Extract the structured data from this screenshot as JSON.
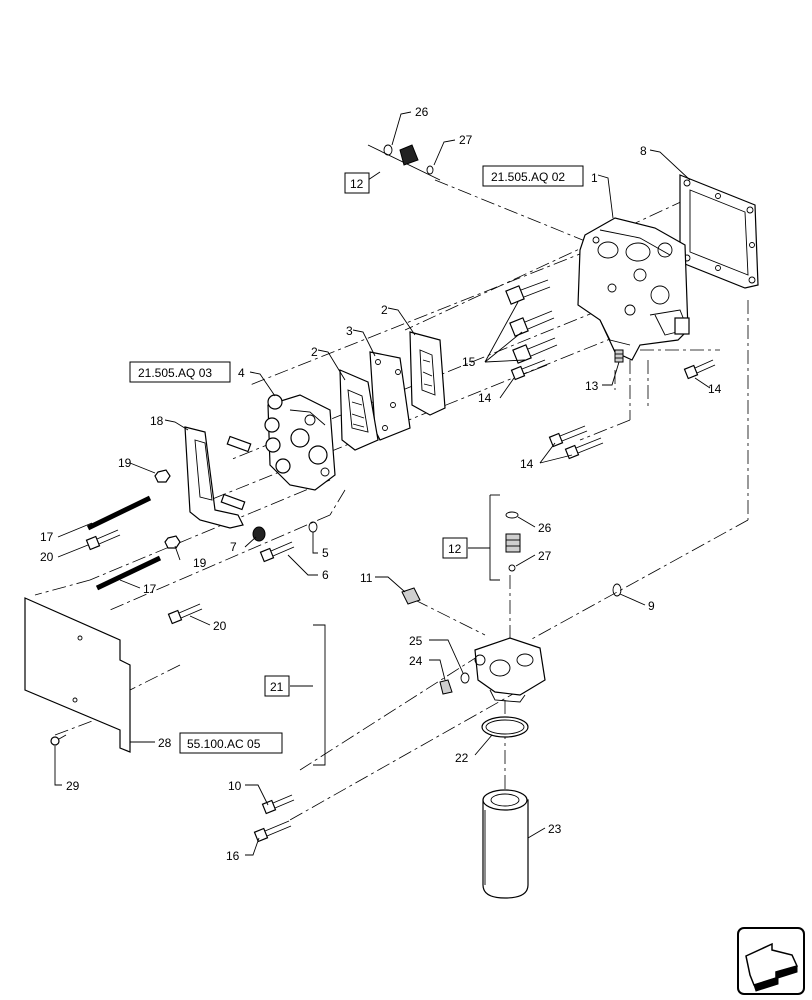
{
  "callouts": [
    {
      "id": "c1",
      "text": "1"
    },
    {
      "id": "c2a",
      "text": "2"
    },
    {
      "id": "c2b",
      "text": "2"
    },
    {
      "id": "c3",
      "text": "3"
    },
    {
      "id": "c4",
      "text": "4"
    },
    {
      "id": "c5",
      "text": "5"
    },
    {
      "id": "c6",
      "text": "6"
    },
    {
      "id": "c7",
      "text": "7"
    },
    {
      "id": "c8",
      "text": "8"
    },
    {
      "id": "c9",
      "text": "9"
    },
    {
      "id": "c10",
      "text": "10"
    },
    {
      "id": "c11",
      "text": "11"
    },
    {
      "id": "c13",
      "text": "13"
    },
    {
      "id": "c14a",
      "text": "14"
    },
    {
      "id": "c14b",
      "text": "14"
    },
    {
      "id": "c14c",
      "text": "14"
    },
    {
      "id": "c15",
      "text": "15"
    },
    {
      "id": "c16",
      "text": "16"
    },
    {
      "id": "c17a",
      "text": "17"
    },
    {
      "id": "c17b",
      "text": "17"
    },
    {
      "id": "c18",
      "text": "18"
    },
    {
      "id": "c19a",
      "text": "19"
    },
    {
      "id": "c19b",
      "text": "19"
    },
    {
      "id": "c20a",
      "text": "20"
    },
    {
      "id": "c20b",
      "text": "20"
    },
    {
      "id": "c22",
      "text": "22"
    },
    {
      "id": "c23",
      "text": "23"
    },
    {
      "id": "c24",
      "text": "24"
    },
    {
      "id": "c25",
      "text": "25"
    },
    {
      "id": "c26a",
      "text": "26"
    },
    {
      "id": "c26b",
      "text": "26"
    },
    {
      "id": "c27a",
      "text": "27"
    },
    {
      "id": "c27b",
      "text": "27"
    },
    {
      "id": "c28",
      "text": "28"
    },
    {
      "id": "c29",
      "text": "29"
    }
  ],
  "boxed_labels": [
    {
      "id": "b12a",
      "text": "12"
    },
    {
      "id": "b12b",
      "text": "12"
    },
    {
      "id": "b21",
      "text": "21"
    }
  ],
  "references": [
    {
      "id": "r1",
      "text": "21.505.AQ 02"
    },
    {
      "id": "r2",
      "text": "21.505.AQ 03"
    },
    {
      "id": "r3",
      "text": "55.100.AC 05"
    }
  ],
  "nav_icon": "forward-page-arrow-icon"
}
